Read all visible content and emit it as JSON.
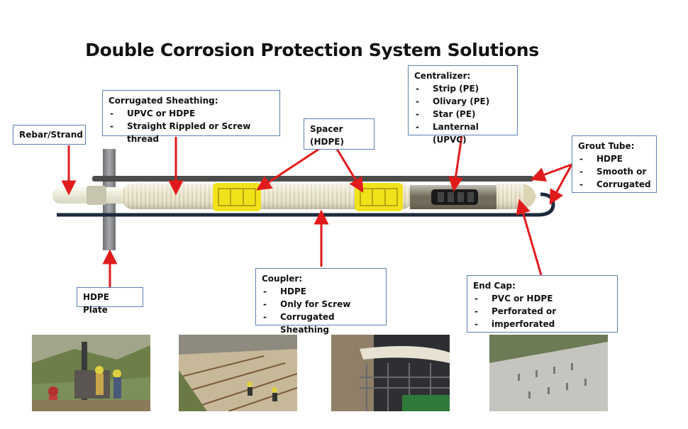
{
  "title": "Double Corrosion Protection System Solutions",
  "labels": {
    "rebar": {
      "head": "Rebar/Strand",
      "items": []
    },
    "corrugated": {
      "head": "Corrugated Sheathing:",
      "items": [
        "UPVC or HDPE",
        "Straight Rippled or Screw thread"
      ]
    },
    "spacer": {
      "head": "Spacer",
      "head2": "(HDPE)",
      "items": []
    },
    "centralizer": {
      "head": "Centralizer:",
      "items": [
        "Strip (PE)",
        "Olivary (PE)",
        "Star (PE)",
        "Lanternal (UPVC)"
      ]
    },
    "grout": {
      "head": "Grout Tube:",
      "items": [
        "HDPE",
        "Smooth or",
        "Corrugated"
      ]
    },
    "plate": {
      "head": "HDPE Plate",
      "items": []
    },
    "coupler": {
      "head": "Coupler:",
      "items": [
        "HDPE",
        "Only for Screw",
        "Corrugated Sheathing"
      ]
    },
    "endcap": {
      "head": "End Cap:",
      "items": [
        "PVC or HDPE",
        "Perforated or",
        "imperforated"
      ]
    }
  },
  "colors": {
    "arrow": "#e01b1b",
    "box_border": "#5b7fb5",
    "spacer": "#f1e21a",
    "sheath": "#ece6cf"
  },
  "photos": [
    {
      "icon": "drilling-site-photo"
    },
    {
      "icon": "slope-workers-photo"
    },
    {
      "icon": "anchor-install-photo"
    },
    {
      "icon": "retaining-wall-photo"
    }
  ]
}
